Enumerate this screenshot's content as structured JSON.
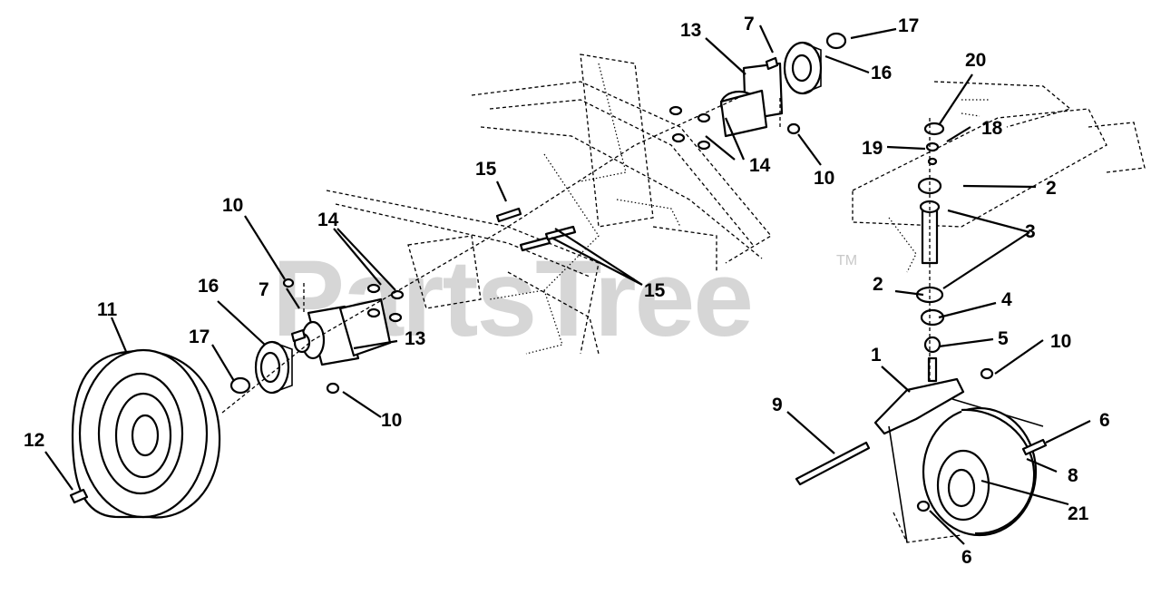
{
  "watermark": {
    "text": "PartsTree",
    "trademark": "TM"
  },
  "callouts": {
    "c1": "1",
    "c2a": "2",
    "c2b": "2",
    "c3": "3",
    "c4": "4",
    "c5": "5",
    "c6a": "6",
    "c6b": "6",
    "c7a": "7",
    "c7b": "7",
    "c8": "8",
    "c9": "9",
    "c10a": "10",
    "c10b": "10",
    "c10c": "10",
    "c10d": "10",
    "c11": "11",
    "c12": "12",
    "c13a": "13",
    "c13b": "13",
    "c14a": "14",
    "c14b": "14",
    "c15a": "15",
    "c15b": "15",
    "c16a": "16",
    "c16b": "16",
    "c17a": "17",
    "c17b": "17",
    "c18": "18",
    "c19": "19",
    "c20": "20",
    "c21": "21"
  }
}
